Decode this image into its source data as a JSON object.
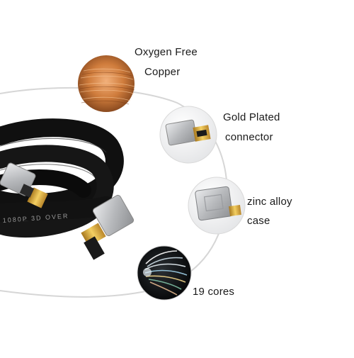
{
  "features": {
    "copper": {
      "line1": "Oxygen Free",
      "line2": "Copper"
    },
    "gold": {
      "line1": "Gold Plated",
      "line2": "connector"
    },
    "zinc": {
      "line1": "zinc alloy",
      "line2": "case"
    },
    "cores": {
      "line1": "19 cores"
    }
  },
  "cable_print": "1080P 3D OVER",
  "colors": {
    "cable": "#111111",
    "copper": "#c9773a",
    "gold": "#d8a93b",
    "silver": "#c6c8cb",
    "ring": "#d6d6d6"
  }
}
